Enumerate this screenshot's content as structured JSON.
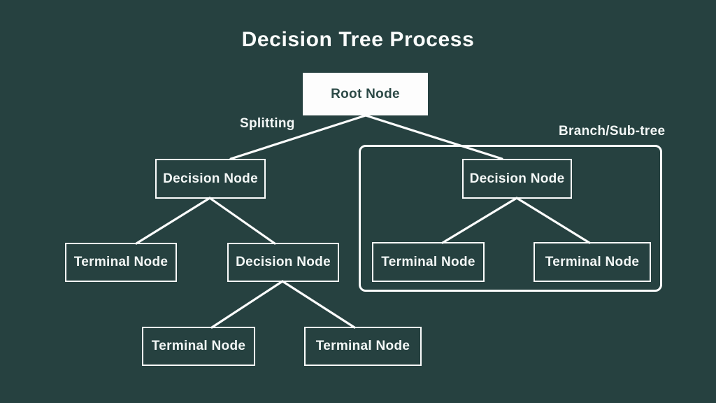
{
  "title": "Decision Tree Process",
  "annotations": {
    "splitting": "Splitting",
    "branch_subtree": "Branch/Sub-tree"
  },
  "nodes": {
    "root": "Root Node",
    "left_decision": "Decision Node",
    "right_decision": "Decision Node",
    "left_terminal": "Terminal Node",
    "middle_decision": "Decision Node",
    "branch_terminal_left": "Terminal Node",
    "branch_terminal_right": "Terminal Node",
    "bottom_terminal_left": "Terminal Node",
    "bottom_terminal_right": "Terminal Node"
  },
  "colors": {
    "background": "#264140",
    "line": "#fcfdfd",
    "node_border": "#fcfdfd",
    "node_text": "#f3f7f6",
    "root_node_fill": "#fdfdfd",
    "root_node_text": "#2d4a47",
    "title_text": "#fafcfb"
  }
}
